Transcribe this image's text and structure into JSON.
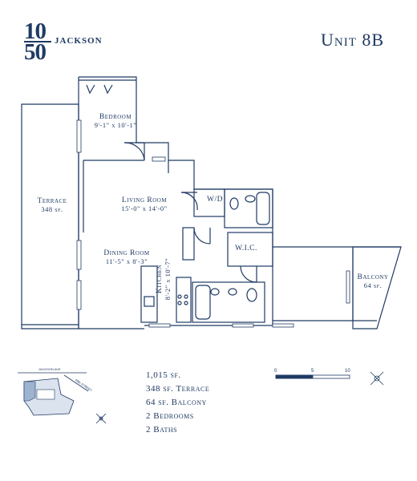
{
  "logo": {
    "top": "10",
    "bottom": "50",
    "word": "JACKSON"
  },
  "unit_title": "Unit 8B",
  "rooms": {
    "bedroom": {
      "name": "Bedroom",
      "dim": "9'-1\" x 10'-1\""
    },
    "terrace": {
      "name": "Terrace",
      "dim": "348 sf."
    },
    "living": {
      "name": "Living Room",
      "dim": "15'-0\" x 14'-0\""
    },
    "wd": "W/D",
    "wic": "W.I.C.",
    "dining": {
      "name": "Dining Room",
      "dim": "11'-5\" x 8'-3\""
    },
    "kitchen": {
      "name": "Kitchen",
      "dim": "8'-2\" x 10'-7\""
    },
    "balcony": {
      "name": "Balcony",
      "dim": "64 sf."
    }
  },
  "specs": [
    "1,015 sf.",
    "348 sf. Terrace",
    "64 sf. Balcony",
    "2 Bedrooms",
    "2 Baths"
  ],
  "scale": {
    "labels": [
      "0",
      "5",
      "10"
    ]
  },
  "keyplan": {
    "street1": "JACKSON AVE",
    "street2": "49th STREET"
  },
  "colors": {
    "ink": "#1f3a63",
    "fill": "#9eb3cf",
    "light": "#dbe3ee"
  }
}
